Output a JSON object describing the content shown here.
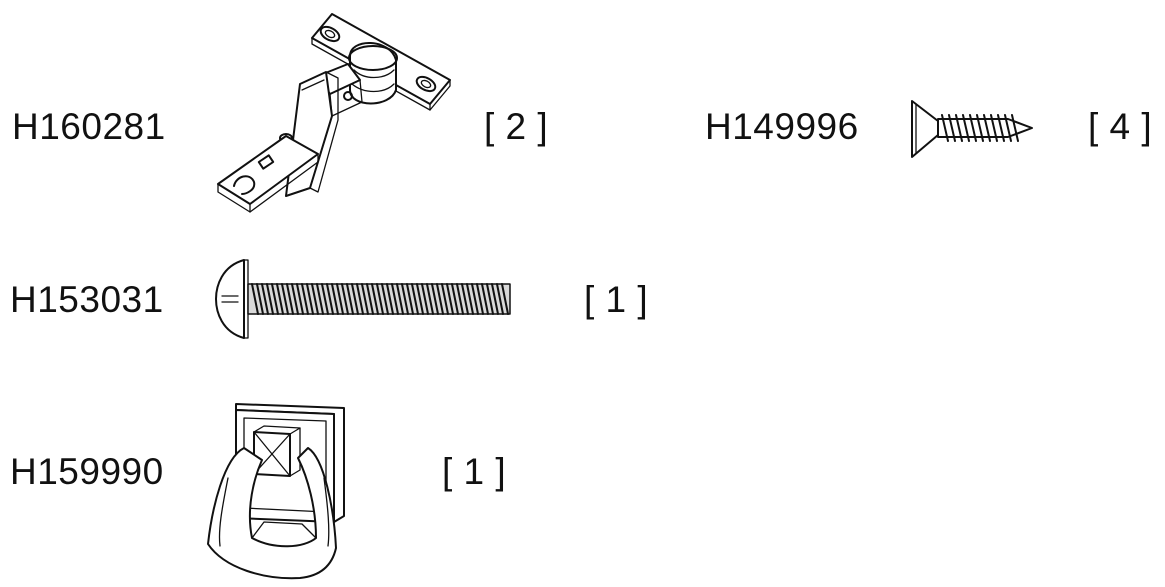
{
  "parts": [
    {
      "code": "H160281",
      "quantity": "[ 2 ]",
      "icon": "concealed-hinge-icon"
    },
    {
      "code": "H149996",
      "quantity": "[ 4 ]",
      "icon": "flat-head-wood-screw-icon"
    },
    {
      "code": "H153031",
      "quantity": "[ 1 ]",
      "icon": "truss-head-machine-screw-icon"
    },
    {
      "code": "H159990",
      "quantity": "[ 1 ]",
      "icon": "drop-pull-handle-icon"
    }
  ]
}
